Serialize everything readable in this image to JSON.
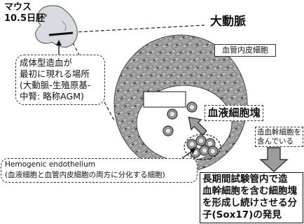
{
  "embryo": {
    "species": "マウス",
    "stage": "10.5日胚"
  },
  "aorta": {
    "title": "大動脈",
    "endothelial_label": "血管内皮細胞"
  },
  "agm_box": {
    "lines": [
      "成体型造血が",
      "最初に現れる場所",
      "(大動脈-生殖原基-",
      "中腎: 略称AGM)"
    ]
  },
  "cluster": {
    "label": "血液細胞塊",
    "note_lines": [
      "造血幹細胞を",
      "含んでいる"
    ]
  },
  "hemogenic": {
    "title": "Hemogenic endothelium",
    "subtitle": "(血液細胞と血管内皮細胞の両方に分化する細胞)"
  },
  "finding": {
    "lines": [
      "長期間試験管内で造",
      "血幹細胞を含む細胞塊",
      "を形成し続けさせる分",
      "子(Sox17)の発見"
    ]
  },
  "colors": {
    "vessel_wall": "#a6a6a6",
    "embryo": "#d8dce2",
    "arrow": "#9c9c9c",
    "blood_cell": "#9a9a9a"
  }
}
